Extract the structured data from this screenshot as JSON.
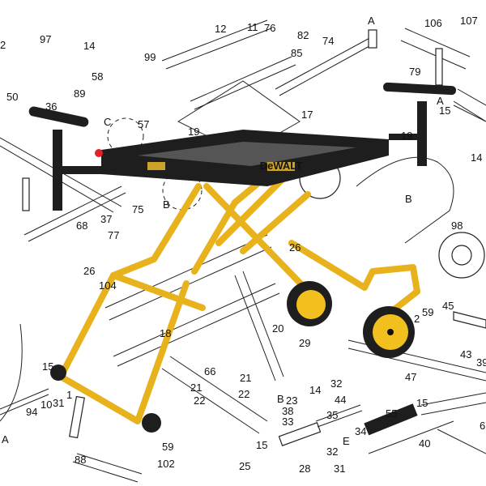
{
  "title": "Miter saw stand exploded parts diagram",
  "brand_badge": "DeWALT",
  "colors": {
    "frame": "#e8b21c",
    "table": "#1e1e1e",
    "wheel_hub": "#f2c01e",
    "button": "#e0202a"
  },
  "callouts": [
    "A",
    "B",
    "C",
    "E"
  ],
  "part_numbers": [
    "1",
    "2",
    "6",
    "10",
    "11",
    "12",
    "14",
    "15",
    "17",
    "18",
    "19",
    "20",
    "21",
    "22",
    "23",
    "25",
    "26",
    "28",
    "29",
    "31",
    "32",
    "33",
    "34",
    "35",
    "36",
    "37",
    "38",
    "39",
    "40",
    "43",
    "44",
    "45",
    "47",
    "50",
    "55",
    "57",
    "58",
    "59",
    "66",
    "68",
    "74",
    "75",
    "76",
    "77",
    "79",
    "82",
    "85",
    "88",
    "89",
    "94",
    "97",
    "98",
    "99",
    "102",
    "104",
    "106",
    "107"
  ],
  "labels": {
    "l2a": "2",
    "l97": "97",
    "l14a": "14",
    "l58": "58",
    "l50": "50",
    "l89": "89",
    "l36": "36",
    "l99": "99",
    "l12": "12",
    "l11": "11",
    "l76": "76",
    "l82": "82",
    "l85": "85",
    "l74": "74",
    "lA1": "A",
    "l106": "106",
    "l107": "107",
    "l79": "79",
    "lA2": "A",
    "l15a": "15",
    "l14b": "14",
    "l17": "17",
    "lC": "C",
    "l57": "57",
    "l19a": "19",
    "l19b": "19",
    "lB1": "B",
    "l68": "68",
    "l37": "37",
    "l75": "75",
    "l77": "77",
    "lB2": "B",
    "l98": "98",
    "l26a": "26",
    "l26b": "26",
    "l104": "104",
    "l18": "18",
    "l66": "66",
    "l21a": "21",
    "l22a": "22",
    "l15b": "15",
    "l94": "94",
    "l10": "10",
    "l31a": "31",
    "l1": "1",
    "lA3": "A",
    "l88": "88",
    "l59a": "59",
    "l102": "102",
    "l20": "20",
    "l29": "29",
    "l21b": "21",
    "l22b": "22",
    "lB3": "B",
    "l23": "23",
    "l38": "38",
    "l33": "33",
    "l14c": "14",
    "l32a": "32",
    "l44": "44",
    "l35": "35",
    "l34": "34",
    "lE": "E",
    "l15c": "15",
    "l32b": "32",
    "l25": "25",
    "l28": "28",
    "l31b": "31",
    "l55": "55",
    "l15d": "15",
    "l40": "40",
    "l6": "6",
    "l59b": "59",
    "l45": "45",
    "l2b": "2",
    "l43": "43",
    "l39": "39",
    "l47": "47"
  }
}
